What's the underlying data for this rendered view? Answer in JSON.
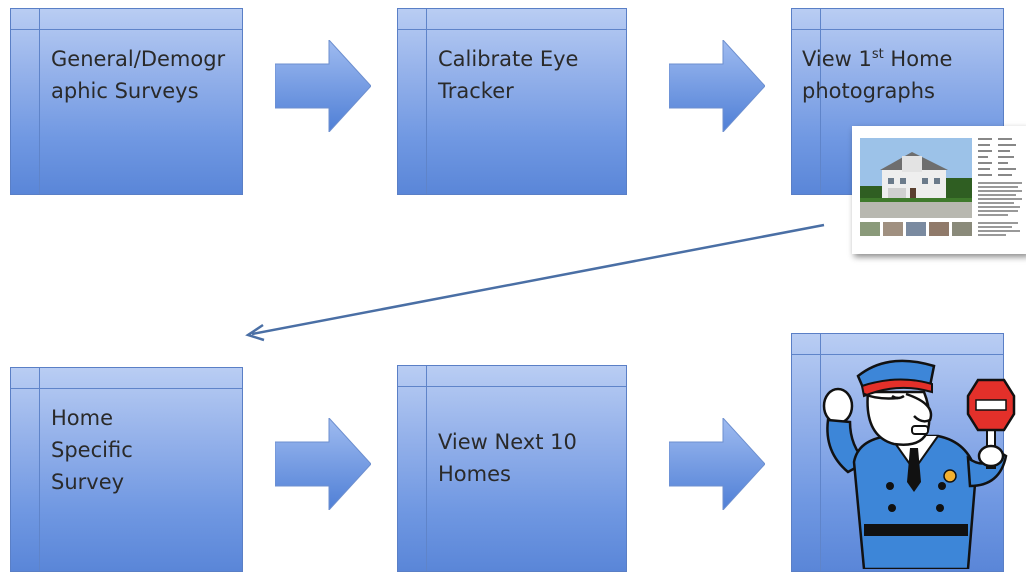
{
  "steps": {
    "general_surveys": "General/Demographic Surveys",
    "calibrate": "Calibrate Eye Tracker",
    "view_first_main": "View 1",
    "view_first_sup": "st",
    "view_first_rest": " Home photographs",
    "home_specific": "Home Specific Survey",
    "view_next": "View Next 10 Homes"
  },
  "icons": {
    "arrow": "right-arrow-icon",
    "thumbnail": "house-listing-thumbnail",
    "stop": "police-stop-sign-icon"
  },
  "colors": {
    "box_top": "#b9cdf3",
    "box_bottom": "#5a86d8",
    "arrow": "#6b95e0",
    "connector": "#4a6fa5"
  }
}
